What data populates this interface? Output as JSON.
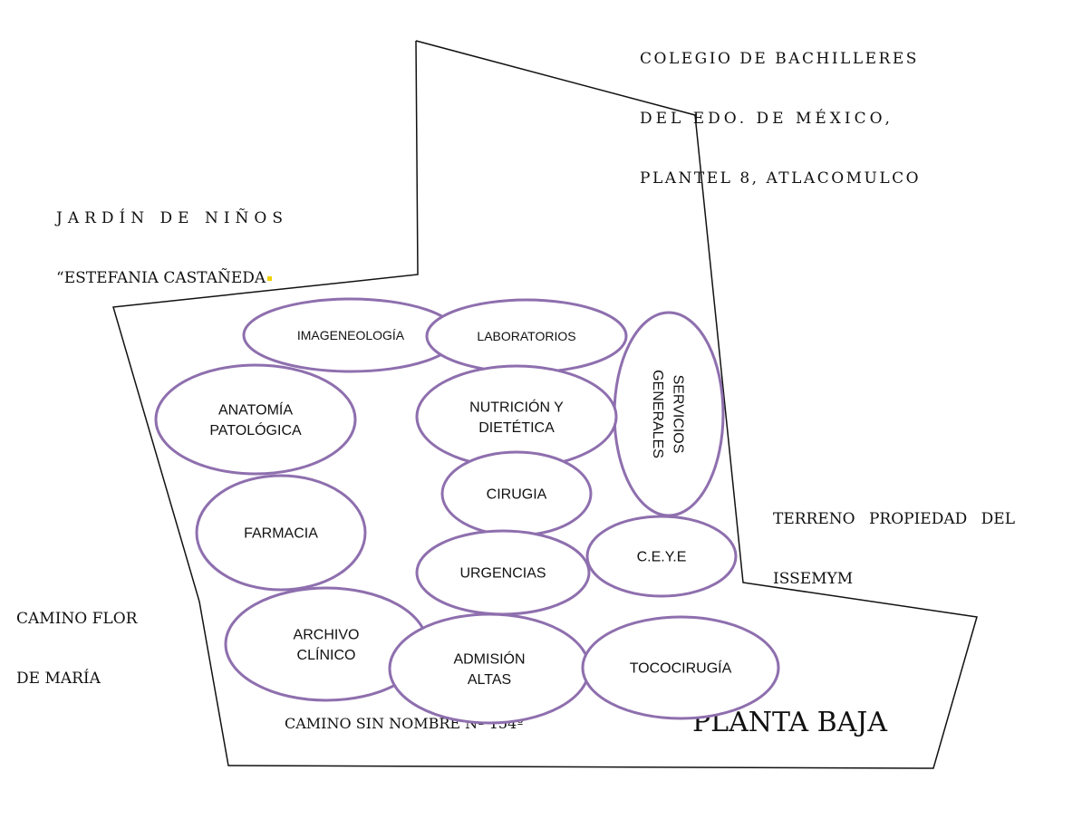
{
  "labels": {
    "colegio": [
      "COLEGIO DE BACHILLERES",
      "DEL EDO. DE MÉXICO,",
      "PLANTEL 8, ATLACOMULCO"
    ],
    "jardin": [
      "JARDÍN DE NIÑOS",
      "“ESTEFANIA CASTAÑEDA"
    ],
    "terreno": [
      "TERRENO PROPIEDAD DEL",
      "ISSEMYM"
    ],
    "camino_flor": [
      "CAMINO FLOR",
      "DE MARÍA"
    ],
    "camino_sin_nombre": "CAMINO SIN NOMBRE Nº 154º",
    "planta": "PLANTA BAJA"
  },
  "rooms": [
    {
      "id": "imageneologia",
      "lines": [
        "IMAGENEOLOGÍA"
      ]
    },
    {
      "id": "laboratorios",
      "lines": [
        "LABORATORIOS"
      ]
    },
    {
      "id": "servicios-generales",
      "lines": [
        "SERVICIOS",
        "GENERALES"
      ]
    },
    {
      "id": "anatomia-patologica",
      "lines": [
        "ANATOMÍA",
        "PATOLÓGICA"
      ]
    },
    {
      "id": "nutricion-dietetica",
      "lines": [
        "NUTRICIÓN Y",
        "DIETÉTICA"
      ]
    },
    {
      "id": "cirugia",
      "lines": [
        "CIRUGIA"
      ]
    },
    {
      "id": "farmacia",
      "lines": [
        "FARMACIA"
      ]
    },
    {
      "id": "ceye",
      "lines": [
        "C.E.Y.E"
      ]
    },
    {
      "id": "urgencias",
      "lines": [
        "URGENCIAS"
      ]
    },
    {
      "id": "archivo-clinico",
      "lines": [
        "ARCHIVO",
        "CLÍNICO"
      ]
    },
    {
      "id": "admision-altas",
      "lines": [
        "ADMISIÓN",
        "ALTAS"
      ]
    },
    {
      "id": "tococirugia",
      "lines": [
        "TOCOCIRUGÍA"
      ]
    }
  ],
  "colors": {
    "room_stroke": "#8e6fae",
    "outline": "#111111",
    "marker": "#f2d200"
  }
}
